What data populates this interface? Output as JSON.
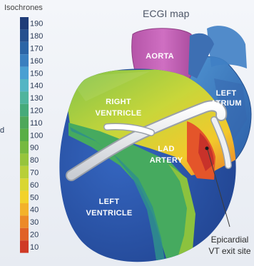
{
  "legend": {
    "title": "Isochrones",
    "scale": [
      {
        "value": "190",
        "color": "#1f3c78"
      },
      {
        "value": "180",
        "color": "#26508f"
      },
      {
        "value": "170",
        "color": "#2c65a6"
      },
      {
        "value": "160",
        "color": "#3a7fbf"
      },
      {
        "value": "150",
        "color": "#4aa0d2"
      },
      {
        "value": "140",
        "color": "#54b5c4"
      },
      {
        "value": "130",
        "color": "#4fb49d"
      },
      {
        "value": "120",
        "color": "#46aa7a"
      },
      {
        "value": "110",
        "color": "#4ea75a"
      },
      {
        "value": "100",
        "color": "#5aae45"
      },
      {
        "value": "90",
        "color": "#76b93f"
      },
      {
        "value": "80",
        "color": "#96c43c"
      },
      {
        "value": "70",
        "color": "#b8cf38"
      },
      {
        "value": "60",
        "color": "#d9d632"
      },
      {
        "value": "50",
        "color": "#f2d22b"
      },
      {
        "value": "40",
        "color": "#f3b22a"
      },
      {
        "value": "30",
        "color": "#ec8a27"
      },
      {
        "value": "20",
        "color": "#e06226"
      },
      {
        "value": "10",
        "color": "#cf3a26"
      }
    ]
  },
  "map": {
    "title": "ECGI map",
    "labels": {
      "aorta": "AORTA",
      "left_atrium": [
        "LEFT",
        "ATRIUM"
      ],
      "right_ventricle": [
        "RIGHT",
        "VENTRICLE"
      ],
      "lad_artery": [
        "LAD",
        "ARTERY"
      ],
      "left_ventricle": [
        "LEFT",
        "VENTRICLE"
      ]
    },
    "callout": [
      "Epicardial",
      "VT exit site"
    ],
    "side_glyph": "d"
  }
}
